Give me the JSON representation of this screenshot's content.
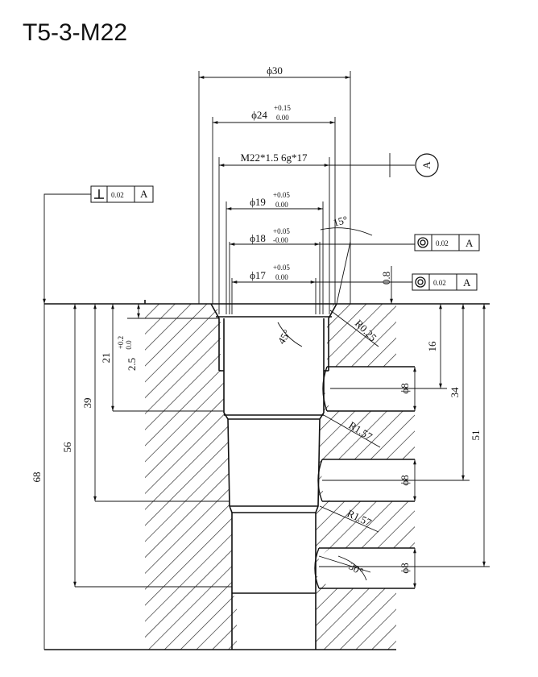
{
  "title": "T5-3-M22",
  "dims": {
    "d30": "ϕ30",
    "d24": "ϕ24",
    "d24_up": "+0.15",
    "d24_lo": "0.00",
    "thread": "M22*1.5 6g*17",
    "d19": "ϕ19",
    "d19_up": "+0.05",
    "d19_lo": "0.00",
    "d18": "ϕ18",
    "d18_up": "+0.05",
    "d18_lo": "-0.00",
    "d17": "ϕ17",
    "d17_up": "+0.05",
    "d17_lo": "0.00",
    "angle15": "15°",
    "angle45": "45°",
    "angle30": "30°",
    "r025": "R0.25",
    "r157a": "R1.57",
    "r157b": "R1.57",
    "d08": "0.8",
    "h16": "16",
    "h34": "34",
    "h51": "51",
    "p8a": "ϕ8",
    "p8b": "ϕ8",
    "p8c": "ϕ8",
    "h21": "21",
    "h25": "2.5",
    "h25_up": "+0.2",
    "h25_lo": "0.0",
    "h39": "39",
    "h56": "56",
    "h68": "68"
  },
  "fcf": {
    "perp_value": "0.02",
    "perp_datum": "A",
    "conc1_value": "0.02",
    "conc1_datum": "A",
    "conc2_value": "0.02",
    "conc2_datum": "A",
    "datum_label": "A"
  }
}
